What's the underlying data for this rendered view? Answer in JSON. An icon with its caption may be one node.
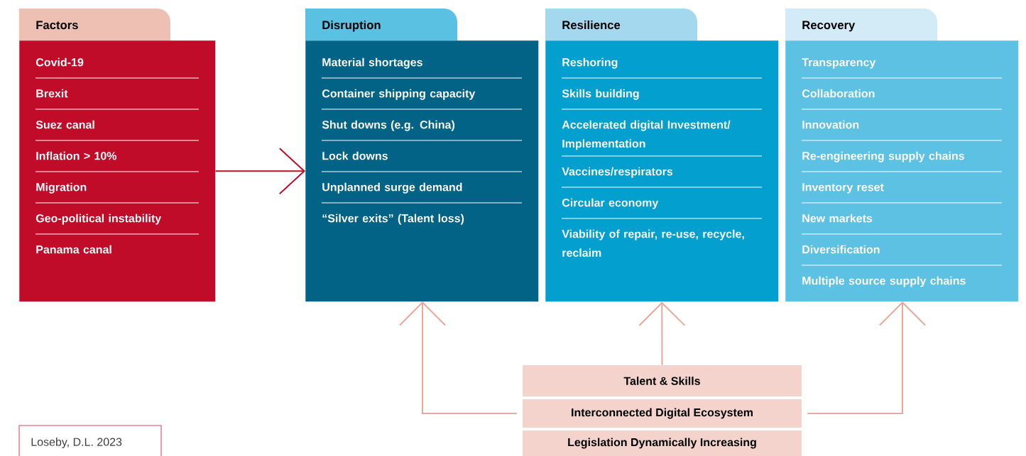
{
  "diagram": {
    "nodes": [
      {
        "text": [
          "Factors",
          "Covid-19",
          "Brexit",
          "Suez canal",
          "Inflation > 10%",
          "Migration",
          "Geo-political instability",
          "Panama canal"
        ]
      },
      {
        "text": [
          "Disruption",
          "Material shortages",
          "Container shipping capacity",
          "Shut downs (e.g. China)",
          "Lock downs",
          "Unplanned surge demand",
          "“Silver exits” (Talent loss)"
        ]
      },
      {
        "text": [
          "Resilience",
          "Reshoring",
          "Skills building",
          "Accelerated digital Investment/ Implementation",
          "Vaccines/respirators",
          "Circular economy",
          "Viability of repair, re-use, recycle, reclaim"
        ]
      },
      {
        "text": [
          "Recovery",
          "Transparency",
          "Collaboration",
          "Innovation",
          "Re-engineering supply chains",
          "Inventory reset",
          "New markets",
          "Diversification",
          "Multiple source supply chains"
        ]
      },
      {
        "text": [
          "Talent & Skills"
        ]
      },
      {
        "text": [
          "Interconnected Digital Ecosystem"
        ]
      },
      {
        "text": [
          "Legislation Dynamically Increasing"
        ]
      },
      {
        "text": [
          "Loseby, D.L. 2023"
        ]
      }
    ],
    "edges": [
      {
        "from": 0,
        "to": 1,
        "arrow": "to",
        "color": "#c00c28"
      },
      {
        "from": 5,
        "to": 1,
        "arrow": "to"
      },
      {
        "from": 4,
        "to": 2,
        "arrow": "to"
      },
      {
        "from": 5,
        "to": 3,
        "arrow": "to"
      }
    ]
  }
}
